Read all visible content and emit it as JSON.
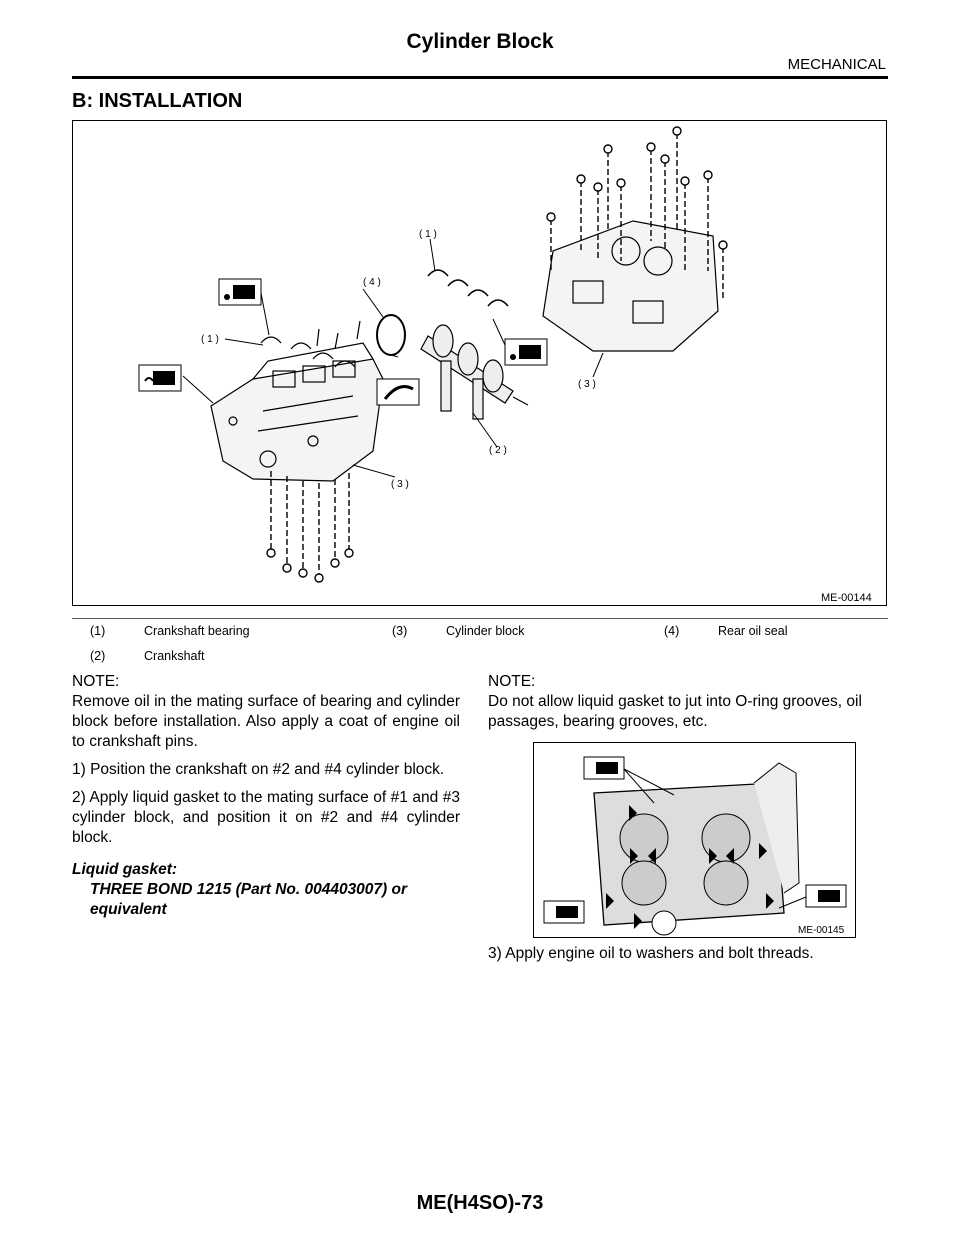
{
  "header": {
    "title": "Cylinder Block",
    "section": "MECHANICAL"
  },
  "section_title": "B:  INSTALLATION",
  "figure1": {
    "id": "ME-00144",
    "callouts": [
      "( 1 )",
      "( 4 )",
      "( 1 )",
      "( 3 )",
      "( 2 )",
      "( 3 )"
    ]
  },
  "legend": [
    {
      "num": "(1)",
      "text": "Crankshaft bearing"
    },
    {
      "num": "(3)",
      "text": "Cylinder block"
    },
    {
      "num": "(4)",
      "text": "Rear oil seal"
    },
    {
      "num": "(2)",
      "text": "Crankshaft"
    }
  ],
  "left_column": {
    "note_label": "NOTE:",
    "note_text": "Remove oil in the mating surface of bearing and cylinder block before installation. Also apply a coat of engine oil to crankshaft pins.",
    "step1": "1) Position the crankshaft on #2 and #4 cylinder block.",
    "step2": "2) Apply liquid gasket to the mating surface of #1 and #3 cylinder block, and position it on #2 and #4 cylinder block.",
    "spec_label": "Liquid gasket:",
    "spec_value": "THREE BOND 1215 (Part No. 004403007) or equivalent"
  },
  "right_column": {
    "note_label": "NOTE:",
    "note_text": "Do not allow liquid gasket to jut into O-ring grooves, oil passages, bearing grooves, etc.",
    "figure2_id": "ME-00145",
    "step3": "3) Apply engine oil to washers and bolt threads."
  },
  "footer": {
    "page": "ME(H4SO)-73"
  }
}
